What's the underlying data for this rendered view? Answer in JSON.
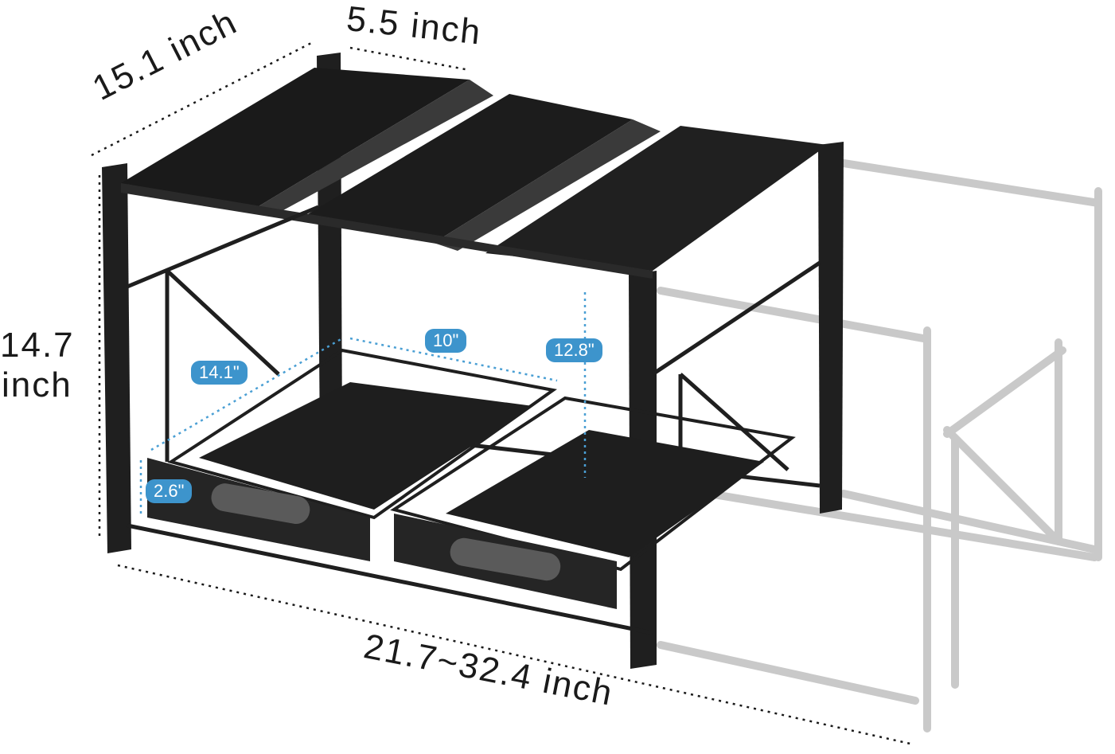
{
  "dimensions": {
    "depth": "15.1 inch",
    "panel_width": "5.5 inch",
    "height_value": "14.7",
    "height_unit": "inch",
    "width_range": "21.7~32.4 inch"
  },
  "drawer_badges": {
    "drawer_depth": "14.1\"",
    "drawer_width": "10\"",
    "clearance_height": "12.8\"",
    "drawer_side_height": "2.6\""
  },
  "colors": {
    "frame": "#1f1f1f",
    "frame_light": "#3a3a3a",
    "extension_ghost": "#c9c9c9",
    "badge": "#3d94cc",
    "dim_line": "#4a9fd4",
    "text": "#1a1a1a"
  }
}
